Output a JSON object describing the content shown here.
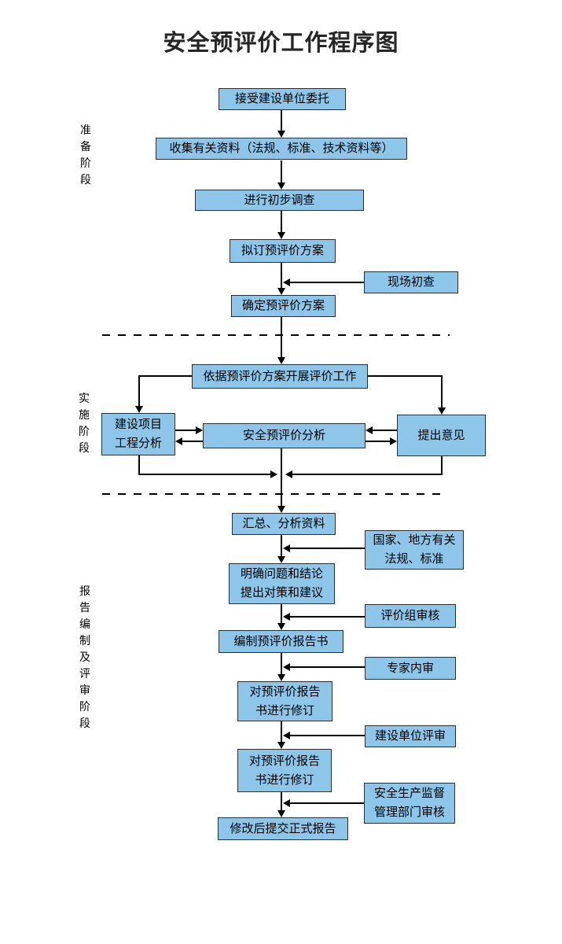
{
  "title": "安全预评价工作程序图",
  "phases": {
    "preparation": "准\n备\n阶\n段",
    "implementation": "实\n施\n阶\n段",
    "reporting": "报\n告\n编\n制\n及\n评\n审\n阶\n段"
  },
  "boxes": {
    "accept_commission": "接受建设单位委托",
    "collect_materials": "收集有关资料（法规、标准、技术资料等）",
    "initial_survey": "进行初步调查",
    "draft_plan": "拟订预评价方案",
    "site_survey": "现场初查",
    "confirm_plan": "确定预评价方案",
    "carry_out_evaluation": "依据预评价方案开展评价工作",
    "project_analysis": "建设项目\n工程分析",
    "safety_analysis": "安全预评价分析",
    "propose_opinions": "提出意见",
    "summarize_materials": "汇总、分析资料",
    "regulations": "国家、地方有关\n法规、标准",
    "clarify_conclusions": "明确问题和结论\n提出对策和建议",
    "review_group": "评价组审核",
    "compile_report": "编制预评价报告书",
    "expert_review": "专家内审",
    "revise_report_1": "对预评价报告\n书进行修订",
    "owner_review": "建设单位评审",
    "revise_report_2": "对预评价报告\n书进行修订",
    "admin_review": "安全生产监督\n管理部门审核",
    "submit_final": "修改后提交正式报告"
  },
  "colors": {
    "box_fill": "#8DC6E8",
    "box_border": "#2E2E2E",
    "connector": "#000000"
  }
}
